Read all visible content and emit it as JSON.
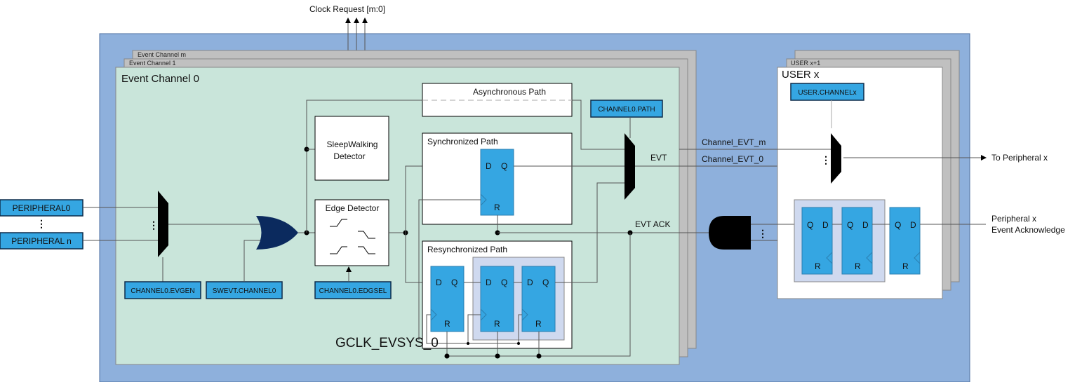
{
  "clock_request": "Clock Request [m:0]",
  "channels": {
    "m": "Event Channel m",
    "one": "Event Channel 1",
    "zero": "Event Channel 0"
  },
  "inputs": [
    "PERIPHERAL0",
    "PERIPHERAL n"
  ],
  "registers": {
    "evgen": "CHANNEL0.EVGEN",
    "swevt": "SWEVT.CHANNEL0",
    "edgsel": "CHANNEL0.EDGSEL",
    "path": "CHANNEL0.PATH",
    "user_channel": "USER.CHANNELx"
  },
  "blocks": {
    "sleepwalking": [
      "SleepWalking",
      "Detector"
    ],
    "edge": "Edge Detector",
    "async": "Asynchronous Path",
    "sync": "Synchronized Path",
    "resync": "Resynchronized Path"
  },
  "ff_labels": {
    "d": "D",
    "q": "Q",
    "r": "R"
  },
  "signals": {
    "evt": "EVT",
    "evt_ack": "EVT ACK",
    "gclk": "GCLK_EVSYS_0",
    "channel_evt_m": "Channel_EVT_m",
    "channel_evt_0": "Channel_EVT_0",
    "to_peripheral": "To Peripheral x",
    "ack_out": [
      "Peripheral x",
      "Event Acknowledge"
    ]
  },
  "users": {
    "next": "USER x+1",
    "current": "USER x"
  },
  "colors": {
    "background": "#8eb0dc",
    "channel": "#c9e5da",
    "register": "#35a6e2",
    "or_gate": "#0b2a5e",
    "stack": "#c0c0c0"
  }
}
